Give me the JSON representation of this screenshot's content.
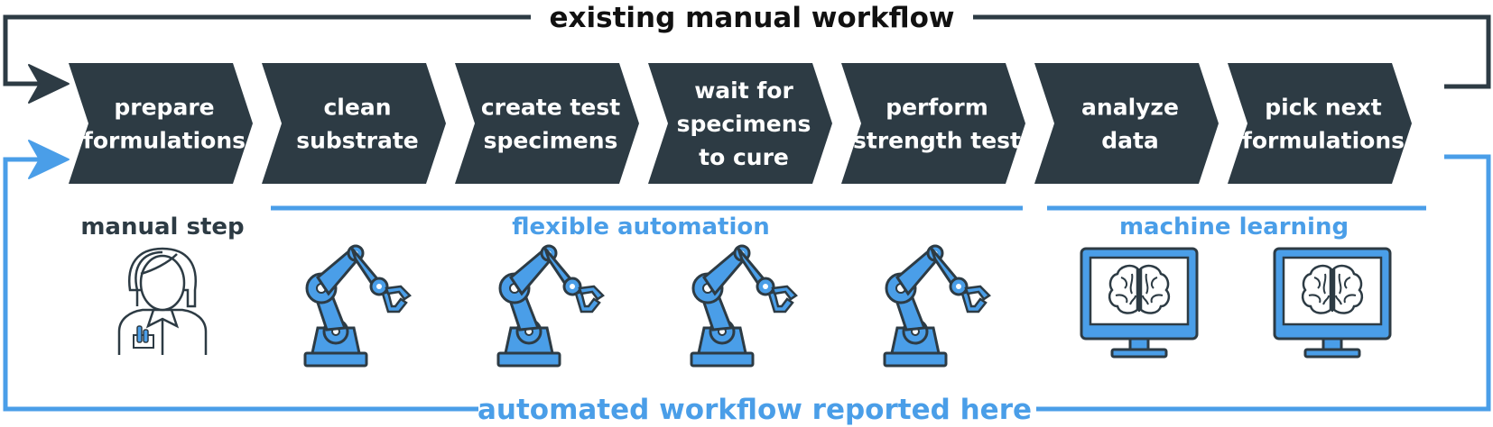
{
  "workflow": {
    "manual_label": "existing manual workflow",
    "automated_label": "automated workflow reported here"
  },
  "steps": [
    {
      "lines": [
        "prepare",
        "formulations"
      ]
    },
    {
      "lines": [
        "clean",
        "substrate"
      ]
    },
    {
      "lines": [
        "create test",
        "specimens"
      ]
    },
    {
      "lines": [
        "wait for",
        "specimens",
        "to cure"
      ]
    },
    {
      "lines": [
        "perform",
        "strength test"
      ]
    },
    {
      "lines": [
        "analyze",
        "data"
      ]
    },
    {
      "lines": [
        "pick next",
        "formulations"
      ]
    }
  ],
  "groups": {
    "manual": "manual step",
    "automation": "flexible automation",
    "ml": "machine learning"
  },
  "icons": [
    "person-icon",
    "robot-arm-icon",
    "robot-arm-icon",
    "robot-arm-icon",
    "robot-arm-icon",
    "monitor-brain-icon",
    "monitor-brain-icon"
  ],
  "colors": {
    "chevron": "#2d3b44",
    "accent": "#4a9ee8",
    "dark": "#2d3b44"
  }
}
